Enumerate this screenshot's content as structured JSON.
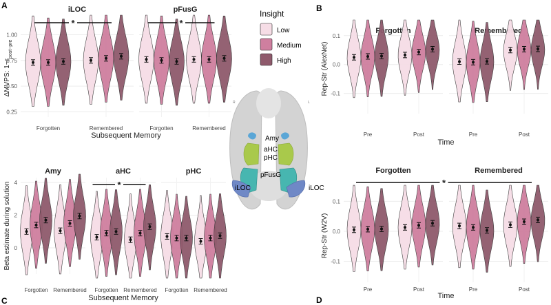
{
  "colors": {
    "Low": "#f6dde6",
    "Medium": "#cf7f9f",
    "High": "#8f5a6c",
    "grid": "#ebebeb"
  },
  "legend": {
    "title": "Insight",
    "items": [
      "Low",
      "Medium",
      "High"
    ]
  },
  "brain": {
    "labels": [
      "Amy",
      "aHC",
      "pHC",
      "pFusG",
      "iLOC",
      "iLOC"
    ],
    "orientation": [
      "R",
      "L"
    ]
  },
  "chart_data": [
    {
      "panel": "A",
      "type": "violin",
      "ylabel": "ΔMVPS: 1−r",
      "ylabel_sub": "post−pre",
      "xlabel": "Subsequent Memory",
      "ylim": [
        0.2,
        1.15
      ],
      "yticks": [
        0.25,
        0.5,
        0.75,
        1.0
      ],
      "ytick_labels": [
        "0.25",
        "0.50",
        "0.75",
        "1.00"
      ],
      "facets": [
        {
          "title": "iLOC",
          "categories": [
            "Forgotten",
            "Remembered"
          ],
          "significance": "*",
          "series": [
            {
              "name": "Low",
              "values": [
                0.73,
                0.75
              ]
            },
            {
              "name": "Medium",
              "values": [
                0.73,
                0.77
              ]
            },
            {
              "name": "High",
              "values": [
                0.74,
                0.79
              ]
            }
          ]
        },
        {
          "title": "pFusG",
          "categories": [
            "Forgotten",
            "Remembered"
          ],
          "significance": "*",
          "series": [
            {
              "name": "Low",
              "values": [
                0.76,
                0.76
              ]
            },
            {
              "name": "Medium",
              "values": [
                0.75,
                0.76
              ]
            },
            {
              "name": "High",
              "values": [
                0.74,
                0.77
              ]
            }
          ]
        }
      ]
    },
    {
      "panel": "B",
      "type": "violin",
      "ylabel": "Rep-Str (AlexNet)",
      "xlabel": "Time",
      "ylim": [
        -0.17,
        0.14
      ],
      "yticks": [
        -0.1,
        0.0,
        0.1
      ],
      "ytick_labels": [
        "-0.1",
        "0.0",
        "0.1"
      ],
      "facets": [
        {
          "title": "Forgotten",
          "categories": [
            "Pre",
            "Post"
          ],
          "series": [
            {
              "name": "Low",
              "values": [
                0.025,
                0.033
              ]
            },
            {
              "name": "Medium",
              "values": [
                0.028,
                0.043
              ]
            },
            {
              "name": "High",
              "values": [
                0.029,
                0.053
              ]
            }
          ]
        },
        {
          "title": "Remembered",
          "categories": [
            "Pre",
            "Post"
          ],
          "series": [
            {
              "name": "Low",
              "values": [
                0.01,
                0.05
              ]
            },
            {
              "name": "Medium",
              "values": [
                0.008,
                0.053
              ]
            },
            {
              "name": "High",
              "values": [
                0.011,
                0.054
              ]
            }
          ]
        }
      ]
    },
    {
      "panel": "C",
      "type": "violin",
      "ylabel": "Beta estimate during solution",
      "xlabel": "Subsequent Memory",
      "ylim": [
        -1.6,
        4.3
      ],
      "yticks": [
        0,
        2,
        4
      ],
      "ytick_labels": [
        "0",
        "2",
        "4"
      ],
      "facets": [
        {
          "title": "Amy",
          "categories": [
            "Forgotten",
            "Remembered"
          ],
          "series": [
            {
              "name": "Low",
              "values": [
                1.0,
                1.05
              ]
            },
            {
              "name": "Medium",
              "values": [
                1.4,
                1.5
              ]
            },
            {
              "name": "High",
              "values": [
                1.7,
                1.95
              ]
            }
          ]
        },
        {
          "title": "aHC",
          "categories": [
            "Forgotten",
            "Remembered"
          ],
          "significance": "*",
          "series": [
            {
              "name": "Low",
              "values": [
                0.65,
                0.5
              ]
            },
            {
              "name": "Medium",
              "values": [
                0.9,
                0.9
              ]
            },
            {
              "name": "High",
              "values": [
                1.0,
                1.3
              ]
            }
          ]
        },
        {
          "title": "pHC",
          "categories": [
            "Forgotten",
            "Remembered"
          ],
          "series": [
            {
              "name": "Low",
              "values": [
                0.7,
                0.4
              ]
            },
            {
              "name": "Medium",
              "values": [
                0.6,
                0.6
              ]
            },
            {
              "name": "High",
              "values": [
                0.6,
                0.75
              ]
            }
          ]
        }
      ]
    },
    {
      "panel": "D",
      "type": "violin",
      "ylabel": "Rep-Str (W2V)",
      "xlabel": "Time",
      "ylim": [
        -0.17,
        0.14
      ],
      "yticks": [
        -0.1,
        0.0,
        0.1
      ],
      "ytick_labels": [
        "-0.1",
        "0.0",
        "0.1"
      ],
      "significance": "*",
      "facets": [
        {
          "title": "Forgotten",
          "categories": [
            "Pre",
            "Post"
          ],
          "series": [
            {
              "name": "Low",
              "values": [
                0.005,
                0.013
              ]
            },
            {
              "name": "Medium",
              "values": [
                0.007,
                0.02
              ]
            },
            {
              "name": "High",
              "values": [
                0.008,
                0.027
              ]
            }
          ]
        },
        {
          "title": "Remembered",
          "categories": [
            "Pre",
            "Post"
          ],
          "series": [
            {
              "name": "Low",
              "values": [
                0.018,
                0.022
              ]
            },
            {
              "name": "Medium",
              "values": [
                0.013,
                0.032
              ]
            },
            {
              "name": "High",
              "values": [
                0.003,
                0.038
              ]
            }
          ]
        }
      ]
    }
  ],
  "panel_letters": [
    "A",
    "B",
    "C",
    "D"
  ]
}
